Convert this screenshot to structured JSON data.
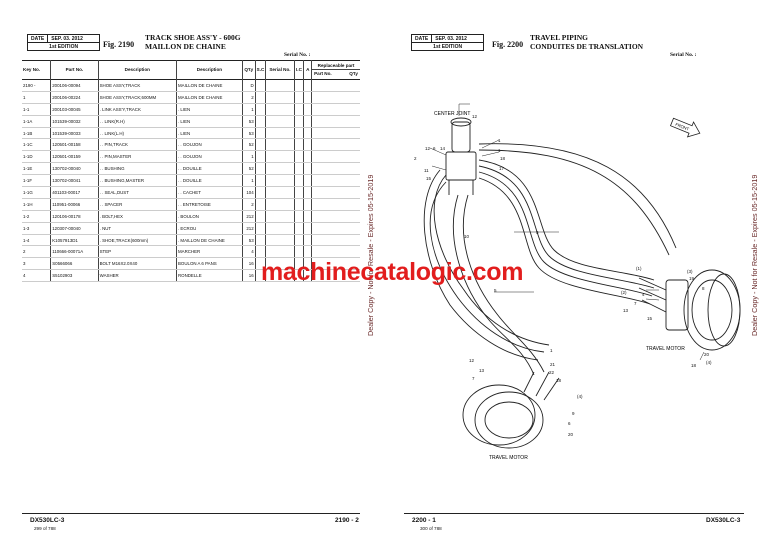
{
  "left_page": {
    "date_label": "DATE",
    "date_value": "SEP. 03. 2012",
    "edition": "1st EDITION",
    "fig_label": "Fig. 2190",
    "title_en": "TRACK SHOE ASS'Y - 600G",
    "title_fr": "MAILLON DE CHAINE",
    "serial_label": "Serial No. :",
    "headers": {
      "key_no": "Key No.",
      "part_no": "Part No.",
      "desc_en": "Description",
      "desc_fr": "Description",
      "qty": "Q'ty",
      "sc": "S.C",
      "serial": "Serial No.",
      "ic": "I.C",
      "a": "A",
      "replaceable": "Replaceable part",
      "rep_part_no": "Part No.",
      "rep_qty": "Q'ty"
    },
    "rows": [
      {
        "key": "2190 -",
        "part": "200106-00094",
        "en": "SHOE ASSY,TRACK",
        "fr": "MAILLON DE CHAINE",
        "qty": "D"
      },
      {
        "key": "1",
        "part": "200106-00224",
        "en": "SHOE ASSY,TRACK;600MM",
        "fr": "MAILLON DE CHAINE",
        "qty": "2"
      },
      {
        "key": "1-1",
        "part": "200103-00045",
        "en": ". LINK ASS'Y,TRACK",
        "fr": ". LIEN",
        "qty": "1"
      },
      {
        "key": "1-1A",
        "part": "101539-00032",
        "en": ". . LINK(R.H)",
        "fr": ". LIEN",
        "qty": "53"
      },
      {
        "key": "1-1B",
        "part": "101539-00033",
        "en": ". . LINK(L.H)",
        "fr": ". LIEN",
        "qty": "53"
      },
      {
        "key": "1-1C",
        "part": "120501-00158",
        "en": ". . PIN,TRACK",
        "fr": ". . GOUJON",
        "qty": "52"
      },
      {
        "key": "1-1D",
        "part": "120501-00159",
        "en": ". . PIN,MASTER",
        "fr": ". . GOUJON",
        "qty": "1"
      },
      {
        "key": "1-1E",
        "part": "130702-00040",
        "en": ". . BUSHING",
        "fr": ". . DOUILLE",
        "qty": "52"
      },
      {
        "key": "1-1F",
        "part": "130702-00041",
        "en": ". . BUSHING,MASTER",
        "fr": ". . DOUILLE",
        "qty": "1"
      },
      {
        "key": "1-1G",
        "part": "401103-00017",
        "en": ". . SEAL,DUST",
        "fr": ". . CACHET",
        "qty": "104"
      },
      {
        "key": "1-1H",
        "part": "110951-00066",
        "en": ". . SPACER",
        "fr": ". . ENTRETOISE",
        "qty": "2"
      },
      {
        "key": "1-2",
        "part": "120106-00178",
        "en": ". BOLT,HEX",
        "fr": ". BOULON",
        "qty": "212"
      },
      {
        "key": "1-3",
        "part": "120307-00040",
        "en": ". NUT",
        "fr": ". ECROU",
        "qty": "212"
      },
      {
        "key": "1-4",
        "part": "K1057913D1",
        "en": ". SHOE,TRACK(600mm)",
        "fr": ". MAILLON DE CHAINE",
        "qty": "53"
      },
      {
        "key": "2",
        "part": "110666-00071A",
        "en": "STEP",
        "fr": "MARCHER",
        "qty": "4"
      },
      {
        "key": "3",
        "part": "S0566066",
        "en": "BOLT M16X2.0X40",
        "fr": "BOULON A 6 PANS",
        "qty": "16"
      },
      {
        "key": "4",
        "part": "S5102903",
        "en": "WASHER",
        "fr": "RONDELLE",
        "qty": "16"
      }
    ],
    "model": "DX530LC-3",
    "page_count": "299 of 788",
    "page_no": "2190 - 2"
  },
  "right_page": {
    "date_label": "DATE",
    "date_value": "SEP. 03. 2012",
    "edition": "1st EDITION",
    "fig_label": "Fig. 2200",
    "title_en": "TRAVEL PIPING",
    "title_fr": "CONDUITES DE TRANSLATION",
    "serial_label": "Serial No. :",
    "diagram": {
      "center_joint": "CENTER JOINT",
      "travel_motor_right": "TRAVEL MOTOR",
      "travel_motor_bottom": "TRAVEL MOTOR",
      "front": "FRONT"
    },
    "model": "DX530LC-3",
    "page_count": "300 of 788",
    "page_no": "2200 - 1"
  },
  "watermark": "machinecatalogic.com",
  "dealer_copy_text": "Dealer Copy - Not for Resale - Expires 05-15-2019",
  "colors": {
    "watermark": "#e21d1d",
    "dealer_text": "#6a2a2a"
  }
}
